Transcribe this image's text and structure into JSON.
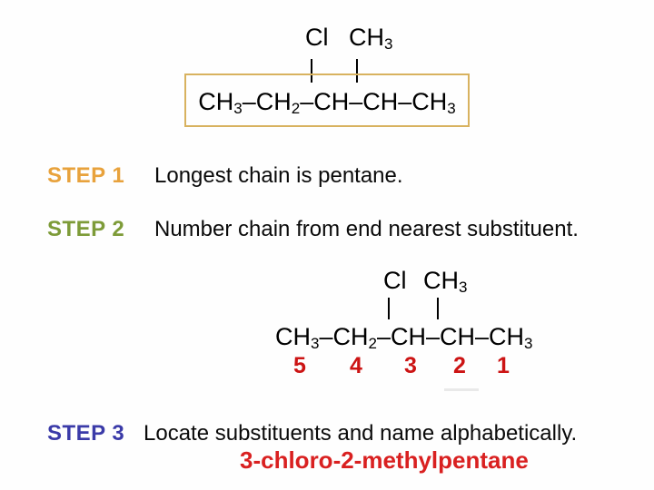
{
  "slide": {
    "background": "#fefefe",
    "text_color": "#000000",
    "bond_color": "#000000"
  },
  "structure_top": {
    "box_border_color": "#d8b25f",
    "cl_label": [
      [
        "Cl",
        0
      ]
    ],
    "methyl_label": [
      [
        "CH",
        0
      ],
      [
        "3",
        1
      ]
    ],
    "chain_formula": [
      [
        "CH",
        0
      ],
      [
        "3",
        1
      ],
      [
        "–CH",
        0
      ],
      [
        "2",
        1
      ],
      [
        "–CH–CH–CH",
        0
      ],
      [
        "3",
        1
      ]
    ]
  },
  "steps": [
    {
      "label": "STEP 1",
      "color": "#e8a23c",
      "text": "Longest chain is pentane."
    },
    {
      "label": "STEP 2",
      "color": "#7d9b38",
      "text": "Number chain from end nearest substituent."
    },
    {
      "label": "STEP 3",
      "color": "#3a3aa8",
      "text": "Locate substituents and name alphabetically."
    }
  ],
  "structure_numbered": {
    "cl_label": [
      [
        "Cl",
        0
      ]
    ],
    "methyl_label": [
      [
        "CH",
        0
      ],
      [
        "3",
        1
      ]
    ],
    "chain_formula": [
      [
        "CH",
        0
      ],
      [
        "3",
        1
      ],
      [
        "–CH",
        0
      ],
      [
        "2",
        1
      ],
      [
        "–CH–CH–CH",
        0
      ],
      [
        "3",
        1
      ]
    ],
    "carbon_numbers": [
      "5",
      "4",
      "3",
      "2",
      "1"
    ],
    "numbers_color": "#cc1414"
  },
  "result": {
    "name": "3-chloro-2-methylpentane",
    "color": "#d92020"
  }
}
